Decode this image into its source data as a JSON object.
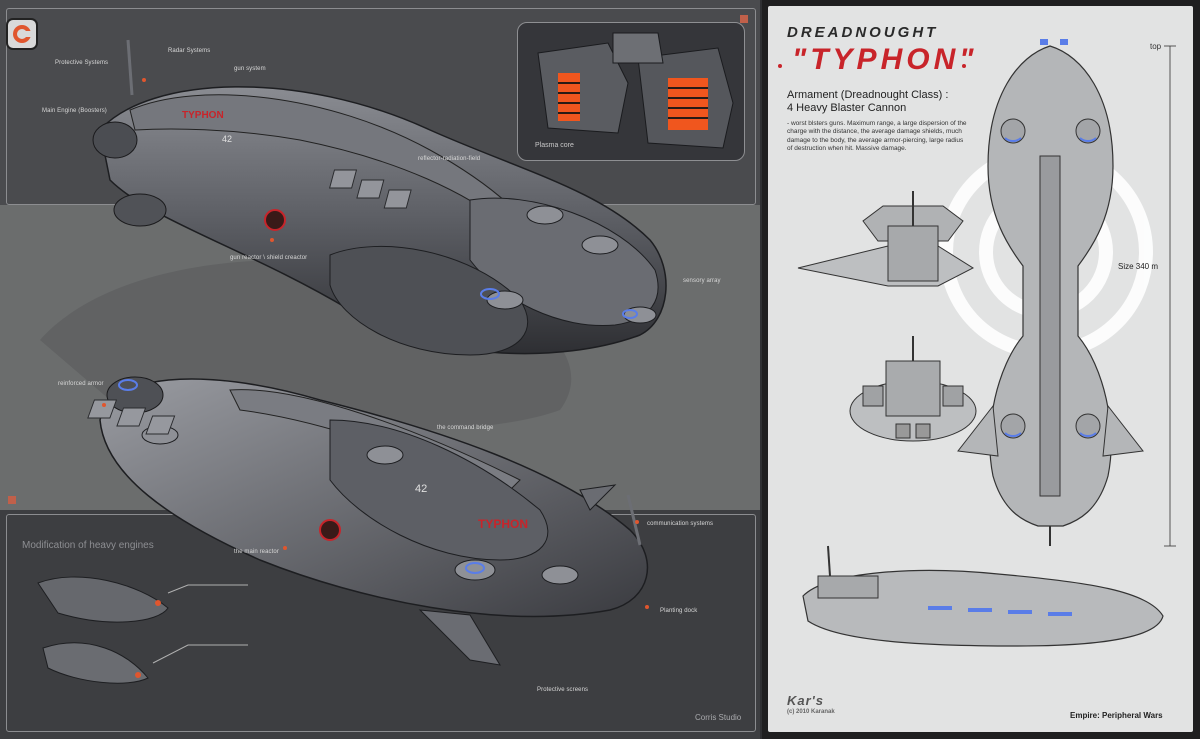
{
  "art": {
    "callouts": {
      "protective_systems": "Protective Systems",
      "radar_systems": "Radar Systems",
      "gun_system": "gun system",
      "main_engine": "Main Engine (Boosters)",
      "reflector": "reflector-radiation-field",
      "gun_reactor": "gun reactor \\ shield creactor",
      "sensory_array": "sensory array",
      "reinforced_armor": "reinforced armor",
      "command_bridge": "the command bridge",
      "communication": "communication systems",
      "main_reactor": "the main reactor",
      "planting_dock": "Planting dock",
      "protective_screens": "Protective screens"
    },
    "hull_markings": {
      "name": "TYPHON",
      "number": "42"
    },
    "plasma_inset_label": "Plasma core",
    "engines_inset_title": "Modification of heavy engines",
    "studio_credit": "Corris Studio"
  },
  "sheet": {
    "class_title": "DREADNOUGHT",
    "ship_name": "\"TYPHON\"",
    "armament_heading": "Armament (Dreadnought Class) :",
    "armament_sub": "4 Heavy Blaster Cannon",
    "armament_desc": "- worst blsters guns. Maximum range, a large dispersion of the charge with the distance, the average damage shields, much damage to the body, the average armor-piercing, large radius of destruction when hit. Massive damage.",
    "top_label": "top",
    "size_label": "Size 340 m",
    "signature_main": "Kar's",
    "signature_sub": "(c) 2010 Karanak",
    "empire_label": "Empire: Peripheral Wars"
  },
  "colors": {
    "accent_red": "#c8242a",
    "dot_orange": "#e0562e",
    "engine_blue": "#5a7de8",
    "reactor_orange": "#f0561e"
  }
}
